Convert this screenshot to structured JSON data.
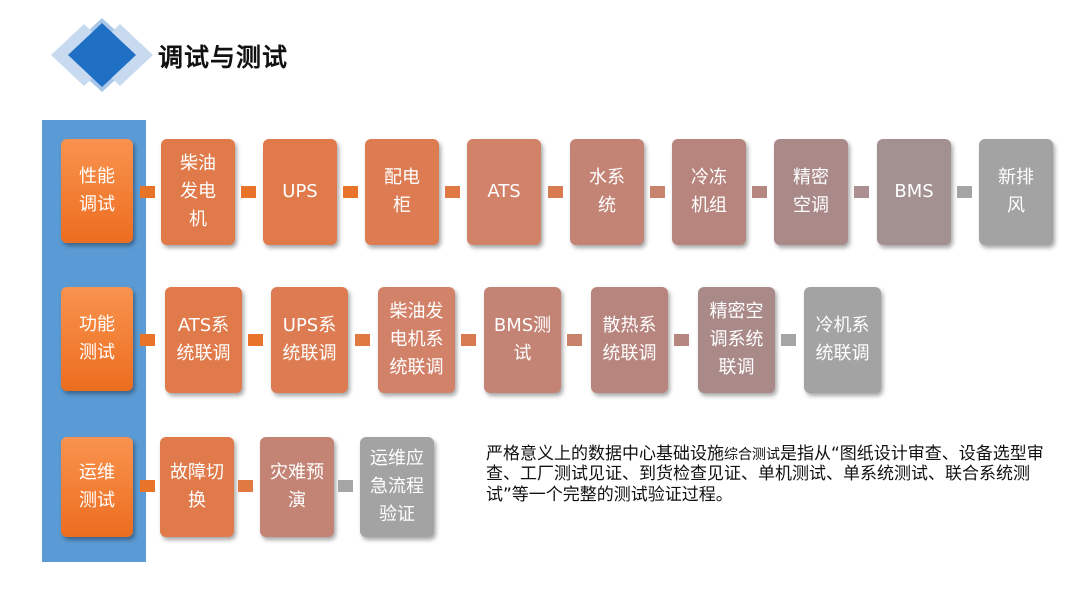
{
  "header": {
    "title": "调试与测试"
  },
  "colors": {
    "category_orange": "#ef7a2f",
    "column_blue": "#5b9bd5",
    "diamond_blue": "#1f6fc5",
    "diamond_light": "#a9c6e8"
  },
  "rows": [
    {
      "category": "性能\n调试",
      "items": [
        {
          "label": "柴油\n发电\n机",
          "color": "#e17a4a"
        },
        {
          "label": "UPS",
          "color": "#e17a4a"
        },
        {
          "label": "配电\n柜",
          "color": "#dd7c52"
        },
        {
          "label": "ATS",
          "color": "#d3826a"
        },
        {
          "label": "水系\n统",
          "color": "#c38475"
        },
        {
          "label": "冷冻\n机组",
          "color": "#b8857e"
        },
        {
          "label": "精密\n空调",
          "color": "#aa8a89"
        },
        {
          "label": "BMS",
          "color": "#a39191"
        },
        {
          "label": "新排\n风",
          "color": "#a3a3a3"
        }
      ]
    },
    {
      "category": "功能\n测试",
      "items": [
        {
          "label": "ATS系\n统联调",
          "color": "#e17a4a"
        },
        {
          "label": "UPS系\n统联调",
          "color": "#dd7c52"
        },
        {
          "label": "柴油发\n电机系\n统联调",
          "color": "#d3826a"
        },
        {
          "label": "BMS测\n试",
          "color": "#c38475"
        },
        {
          "label": "散热系\n统联调",
          "color": "#b8857e"
        },
        {
          "label": "精密空\n调系统\n联调",
          "color": "#aa8a89"
        },
        {
          "label": "冷机系\n统联调",
          "color": "#a3a3a3"
        }
      ]
    },
    {
      "category": "运维\n测试",
      "items": [
        {
          "label": "故障切\n换",
          "color": "#e17a4a"
        },
        {
          "label": "灾难预\n演",
          "color": "#c38475"
        },
        {
          "label": "运维应\n急流程\n验证",
          "color": "#a3a3a3"
        }
      ]
    }
  ],
  "description": {
    "part1": "严格意义上的数据中心基础设施",
    "part2_small": "综合测试",
    "part3": "是指从“图纸设计审查、设备选型审查、工厂测试见证、到货检查见证、单机测试、单系统测试、联合系统测试”等一个完整的测试验证过程。"
  }
}
